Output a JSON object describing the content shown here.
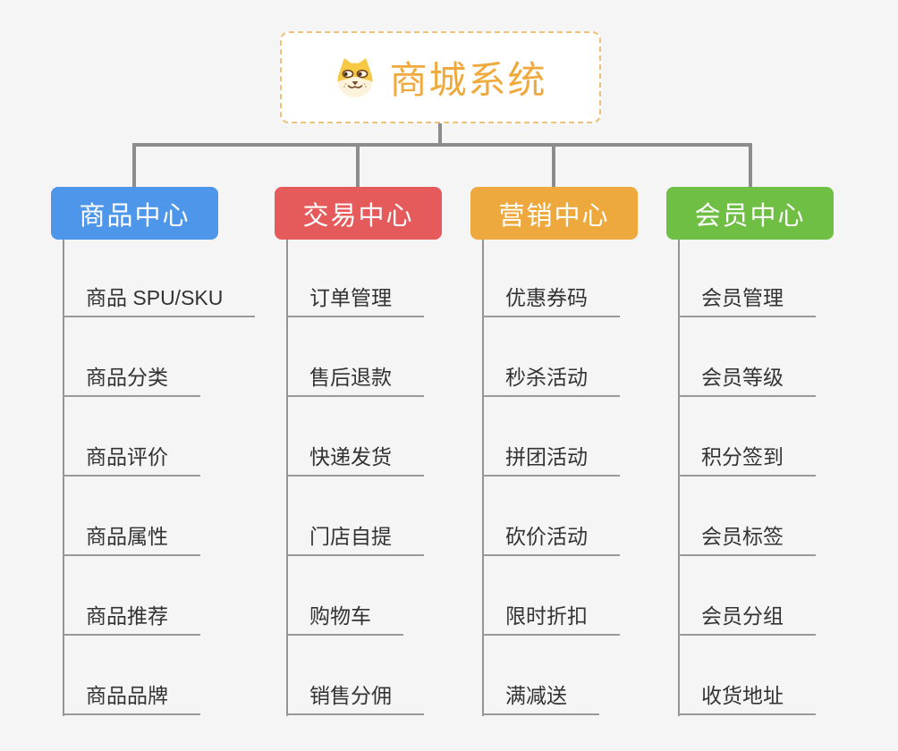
{
  "canvas": {
    "background": "#F5F5F5",
    "connector_color": "#8C8C8C",
    "leaf_line_color": "#999999",
    "leaf_text_color": "#333333"
  },
  "root": {
    "label": "商城系统",
    "text_color": "#F0A93C",
    "border_color": "#ECC27A",
    "fill": "#FFFFFF",
    "icon": "doge-face-icon"
  },
  "branches": [
    {
      "label": "商品中心",
      "color": "#4E96E9",
      "children": [
        "商品 SPU/SKU",
        "商品分类",
        "商品评价",
        "商品属性",
        "商品推荐",
        "商品品牌"
      ]
    },
    {
      "label": "交易中心",
      "color": "#E55B5B",
      "children": [
        "订单管理",
        "售后退款",
        "快递发货",
        "门店自提",
        "购物车",
        "销售分佣"
      ]
    },
    {
      "label": "营销中心",
      "color": "#EDA93D",
      "children": [
        "优惠券码",
        "秒杀活动",
        "拼团活动",
        "砍价活动",
        "限时折扣",
        "满减送"
      ]
    },
    {
      "label": "会员中心",
      "color": "#6FBF44",
      "children": [
        "会员管理",
        "会员等级",
        "积分签到",
        "会员标签",
        "会员分组",
        "收货地址"
      ]
    }
  ]
}
